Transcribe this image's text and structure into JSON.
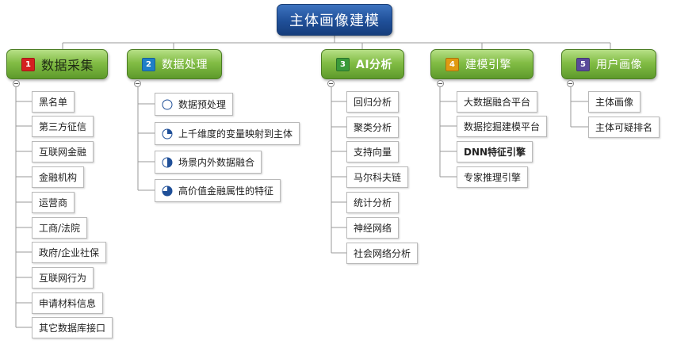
{
  "root": {
    "label": "主体画像建模"
  },
  "branches": [
    {
      "num": "1",
      "num_color": "#d42020",
      "label": "数据采集",
      "children": [
        "黑名单",
        "第三方征信",
        "互联网金融",
        "金融机构",
        "运营商",
        "工商/法院",
        "政府/企业社保",
        "互联网行为",
        "申请材料信息",
        "其它数据库接口"
      ]
    },
    {
      "num": "2",
      "num_color": "#1f7fc8",
      "label": "数据处理",
      "children": [
        {
          "label": "数据预处理",
          "progress": 0.0
        },
        {
          "label": "上千维度的变量映射到主体",
          "progress": 0.25
        },
        {
          "label": "场景内外数据融合",
          "progress": 0.5
        },
        {
          "label": "高价值金融属性的特征",
          "progress": 0.75
        }
      ]
    },
    {
      "num": "3",
      "num_color": "#3a9a3a",
      "label": "AI分析",
      "children": [
        "回归分析",
        "聚类分析",
        "支持向量",
        "马尔科夫链",
        "统计分析",
        "神经网络",
        "社会网络分析"
      ]
    },
    {
      "num": "4",
      "num_color": "#e09a12",
      "label": "建模引擎",
      "children": [
        "大数据融合平台",
        "数据挖掘建模平台",
        "DNN特征引擎",
        "专家推理引擎"
      ]
    },
    {
      "num": "5",
      "num_color": "#5a4a9a",
      "label": "用户画像",
      "children": [
        "主体画像",
        "主体可疑排名"
      ]
    }
  ],
  "colors": {
    "root": "#1f4f98",
    "branch": "#82bd45",
    "line": "#9a9a9a",
    "pie_fill": "#1f4f98"
  },
  "icons": {
    "progress": "progress-pie-icon",
    "toggle": "collapse-toggle-icon"
  }
}
